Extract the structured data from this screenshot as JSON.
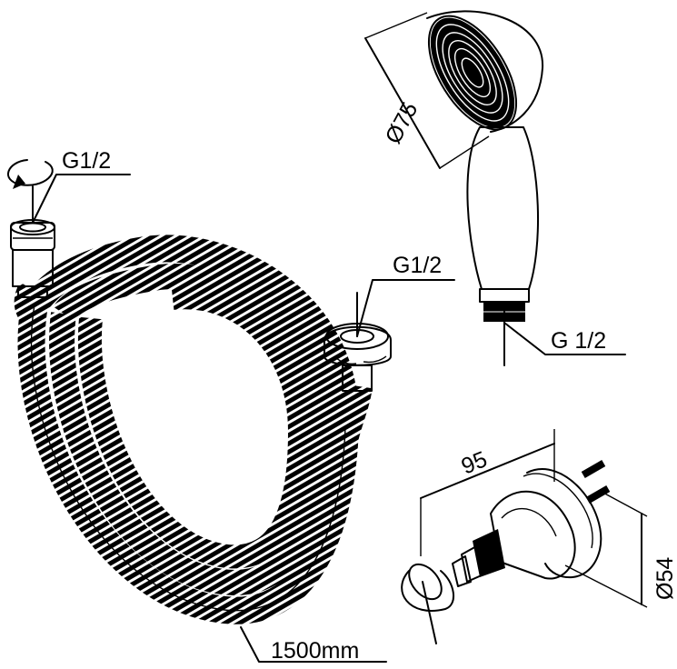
{
  "labels": {
    "hose_inlet_thread": "G1/2",
    "hose_outlet_thread": "G1/2",
    "handshower_diameter": "Ø75",
    "handshower_thread": "G 1/2",
    "bracket_length": "95",
    "bracket_diameter": "Ø54",
    "hose_length": "1500mm"
  },
  "colors": {
    "line": "#000000",
    "background": "#ffffff"
  }
}
